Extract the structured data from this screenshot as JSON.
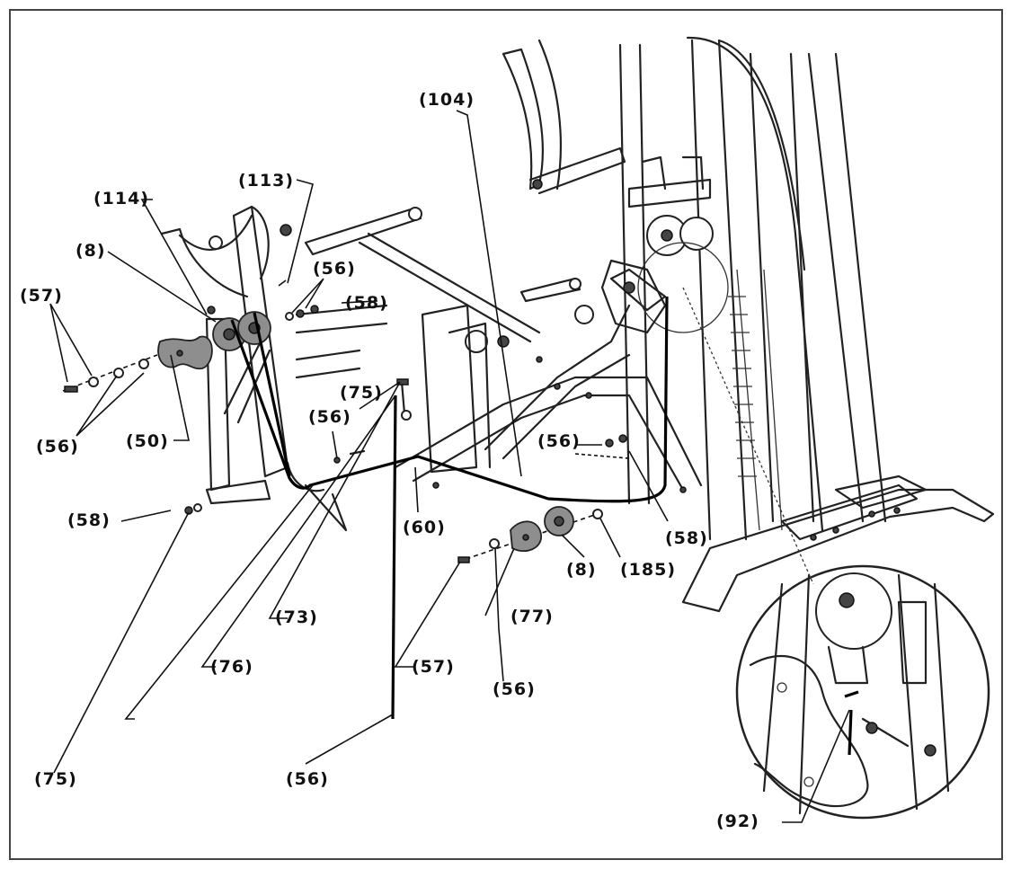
{
  "diagram": {
    "labels": {
      "l104": "(104)",
      "l113": "(113)",
      "l114": "(114)",
      "l8a": "(8)",
      "l57a": "(57)",
      "l56a": "(56)",
      "l58a": "(58)",
      "l50": "(50)",
      "l56b": "(56)",
      "l75a": "(75)",
      "l56c": "(56)",
      "l58b": "(58)",
      "l60": "(60)",
      "l56d": "(56)",
      "l58c": "(58)",
      "l8b": "(8)",
      "l185": "(185)",
      "l77": "(77)",
      "l73": "(73)",
      "l76": "(76)",
      "l57b": "(57)",
      "l56e": "(56)",
      "l75b": "(75)",
      "l56f": "(56)",
      "l92": "(92)"
    }
  }
}
